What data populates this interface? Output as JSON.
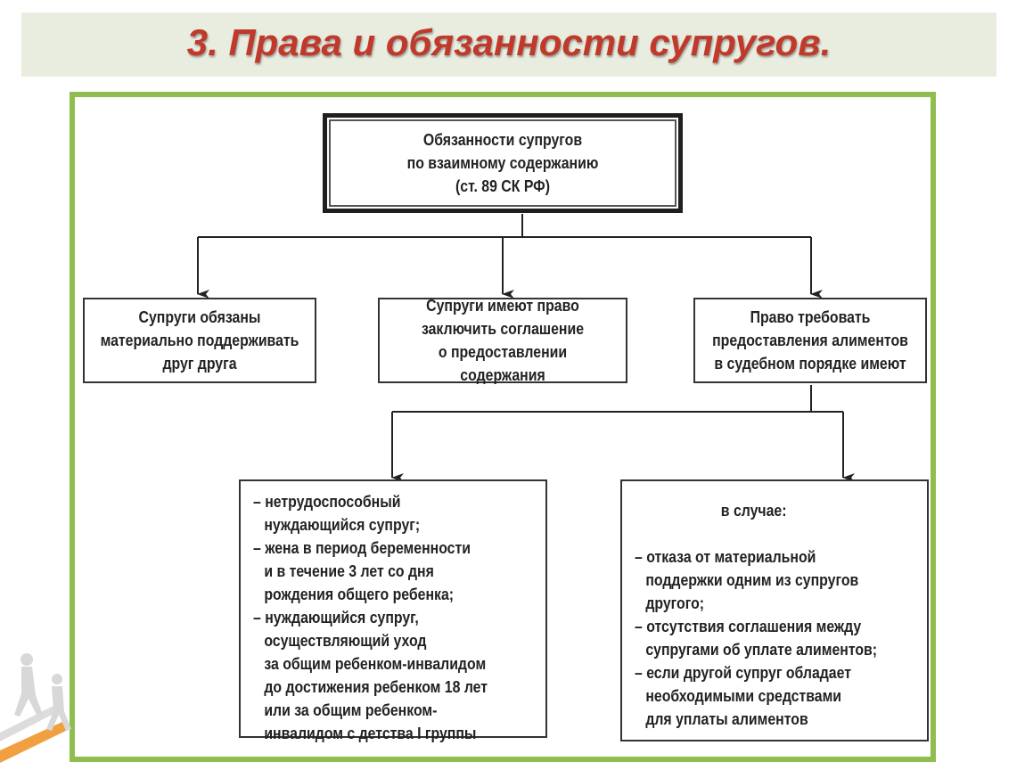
{
  "slide": {
    "title": "3. Права и обязанности супругов."
  },
  "diagram": {
    "root": {
      "lines": [
        "Обязанности супругов",
        "по взаимному содержанию",
        "(ст. 89 СК РФ)"
      ]
    },
    "branches": [
      {
        "lines": [
          "Супруги обязаны",
          "материально поддерживать",
          "друг друга"
        ]
      },
      {
        "lines": [
          "Супруги имеют право",
          "заключить соглашение",
          "о предоставлении содержания"
        ]
      },
      {
        "lines": [
          "Право требовать",
          "предоставления алиментов",
          "в судебном порядке имеют"
        ]
      }
    ],
    "sub_left": {
      "lines": [
        "– нетрудоспособный",
        "  нуждающийся супруг;",
        "– жена в период беременности",
        "  и в течение 3 лет со дня",
        "  рождения общего ребенка;",
        "– нуждающийся супруг,",
        "  осуществляющий уход",
        "  за общим ребенком-инвалидом",
        "  до достижения ребенком 18 лет",
        "  или за общим ребенком-",
        "  инвалидом с детства I группы"
      ]
    },
    "sub_right": {
      "heading": "в случае:",
      "lines": [
        "– отказа от материальной",
        "  поддержки одним из супругов",
        "  другого;",
        "– отсутствия соглашения между",
        "  супругами об уплате алиментов;",
        "– если другой супруг обладает",
        "  необходимыми средствами",
        "  для уплаты алиментов"
      ]
    }
  },
  "colors": {
    "title": "#c0392b",
    "title_bar": "#e8ede0",
    "frame": "#8fbd4f"
  }
}
